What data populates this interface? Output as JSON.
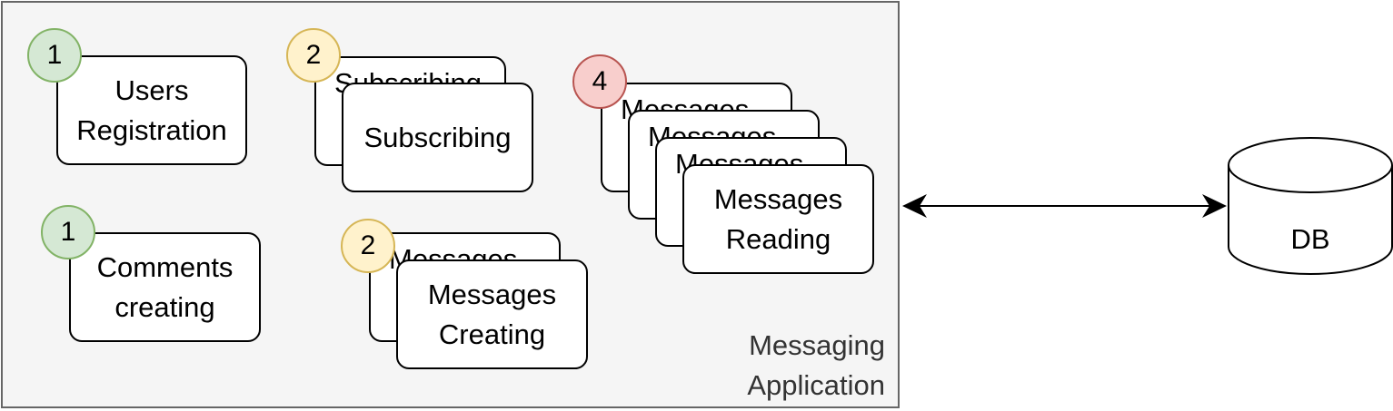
{
  "application": {
    "label_line1": "Messaging",
    "label_line2": "Application"
  },
  "components": {
    "users_registration": {
      "label_line1": "Users",
      "label_line2": "Registration",
      "badge": "1"
    },
    "comments_creating": {
      "label_line1": "Comments",
      "label_line2": "creating",
      "badge": "1"
    },
    "subscribing": {
      "label": "Subscribing",
      "back_label": "Subscribing",
      "badge": "2"
    },
    "messages_creating": {
      "label_line1": "Messages",
      "label_line2": "Creating",
      "back_label": "Messages",
      "badge": "2"
    },
    "messages_reading": {
      "label_line1": "Messages",
      "label_line2": "Reading",
      "back_label": "Messages",
      "badge": "4"
    }
  },
  "database": {
    "label": "DB"
  },
  "colors": {
    "badge_green": "#d5e8d4",
    "badge_yellow": "#fff2cc",
    "badge_red": "#f8cecc",
    "container_fill": "#f5f5f5",
    "container_border": "#666666"
  }
}
